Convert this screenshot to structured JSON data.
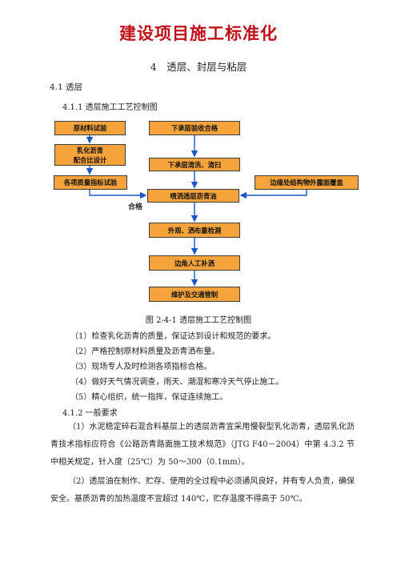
{
  "doc": {
    "title": "建设项目施工标准化",
    "chapter": "4　透层、封层与粘层",
    "section": "4.1  透层",
    "subsection1": "4.1.1  透层施工工艺控制图",
    "subsection2": "4.1.2  一般要求"
  },
  "flowchart": {
    "boxes": {
      "raw_test": "原材料试验",
      "emulsion_line1": "乳化沥青",
      "emulsion_line2": "配合比设计",
      "quality_test": "各项质量指标试验",
      "base_accept": "下承层验收合格",
      "base_clean": "下承层清洗、清扫",
      "edge_cover": "边缘处结构物外露面覆盖",
      "spray": "喷洒透层沥青油",
      "inspect": "外观、洒布量检测",
      "corner": "边角人工补洒",
      "maintain": "维护及交通管制"
    },
    "pass_label": "合格",
    "caption": "图 2-4-1 透层施工工艺控制图"
  },
  "items": [
    "（1）检查乳化沥青的质量，保证达到设计和规范的要求。",
    "（2）严格控制原材料质量及沥青洒布量。",
    "（3）现场专人及时检测各项指标合格。",
    "（4）做好天气情况调查，雨天、潮湿和寒冷天气停止施工。",
    "（5）精心组织，统一指挥，保证连续施工。"
  ],
  "paragraphs": [
    "（1）水泥稳定碎石混合料基层上的透层沥青宜采用慢裂型乳化沥青，透层乳化沥青技术指标应符合《公路沥青路面施工技术规范》（JTG F40－2004）中第 4.3.2 节中相关规定，针入度（25℃）为 50～300（0.1mm）。",
    "（2）透层油在制作、贮存、使用的全过程中必须通风良好，并有专人负责，确保安全。基质沥青的加热温度不宜超过 140℃，贮存温度不得高于 50℃。"
  ],
  "colors": {
    "title": "#c0101a",
    "box_fill": "#f7a33c",
    "box_border": "#3d3d3d",
    "arrow": "#1a56c4"
  }
}
